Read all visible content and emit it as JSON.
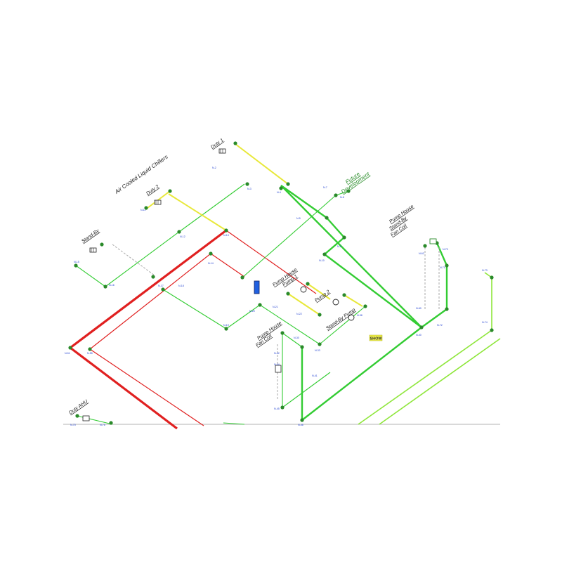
{
  "labels": {
    "air_cooled_chillers": "Air Cooled Liquid Chillers",
    "duty_1": "Duty 1",
    "duty_2": "Duty 2",
    "stand_by": "Stand-By",
    "future_development_1": "Future",
    "future_development_2": "Development",
    "pump_house": "Pump House",
    "pump_1": "Pump 1",
    "pump_2": "Pump 2",
    "stand_by_pump": "Stand-By Pump",
    "pump_house_fan_coil_1": "Pump House",
    "pump_house_fan_coil_2": "Fan Coil",
    "pump_house_standby_fan_coil_1": "Pump House",
    "pump_house_standby_fan_coil_2": "Stand-By",
    "pump_house_standby_fan_coil_3": "Fan Coil",
    "duty_ahu": "Duty AHU",
    "show_badge": "SHOW"
  },
  "colors": {
    "red_pipe": "#e02020",
    "green_pipe": "#33cc33",
    "yellow_pipe": "#e8e83a",
    "light_green_pipe": "#8ee63a",
    "node_green": "#2a8a2a",
    "node_dark": "#1a1a1a",
    "pump_blue": "#2060e0",
    "label_blue": "#1f3fd0",
    "badge_yellow": "#f0f04a"
  },
  "node_labels": [
    "N-2",
    "N-3",
    "N-4",
    "N-5",
    "N-7",
    "N-8",
    "N-9",
    "N-10",
    "N-11",
    "N-12",
    "N-13",
    "N-14",
    "N-15",
    "N-16",
    "N-17",
    "N-18",
    "N-19",
    "N-20",
    "N-21",
    "N-22",
    "N-30",
    "N-33",
    "N-38",
    "N-40",
    "N-41",
    "N-42",
    "N-44",
    "N-45",
    "N-46",
    "N-51",
    "N-55",
    "N-60",
    "N-62",
    "N-70",
    "N-71",
    "N-72",
    "N-73",
    "N-74",
    "N-75",
    "N-76"
  ]
}
